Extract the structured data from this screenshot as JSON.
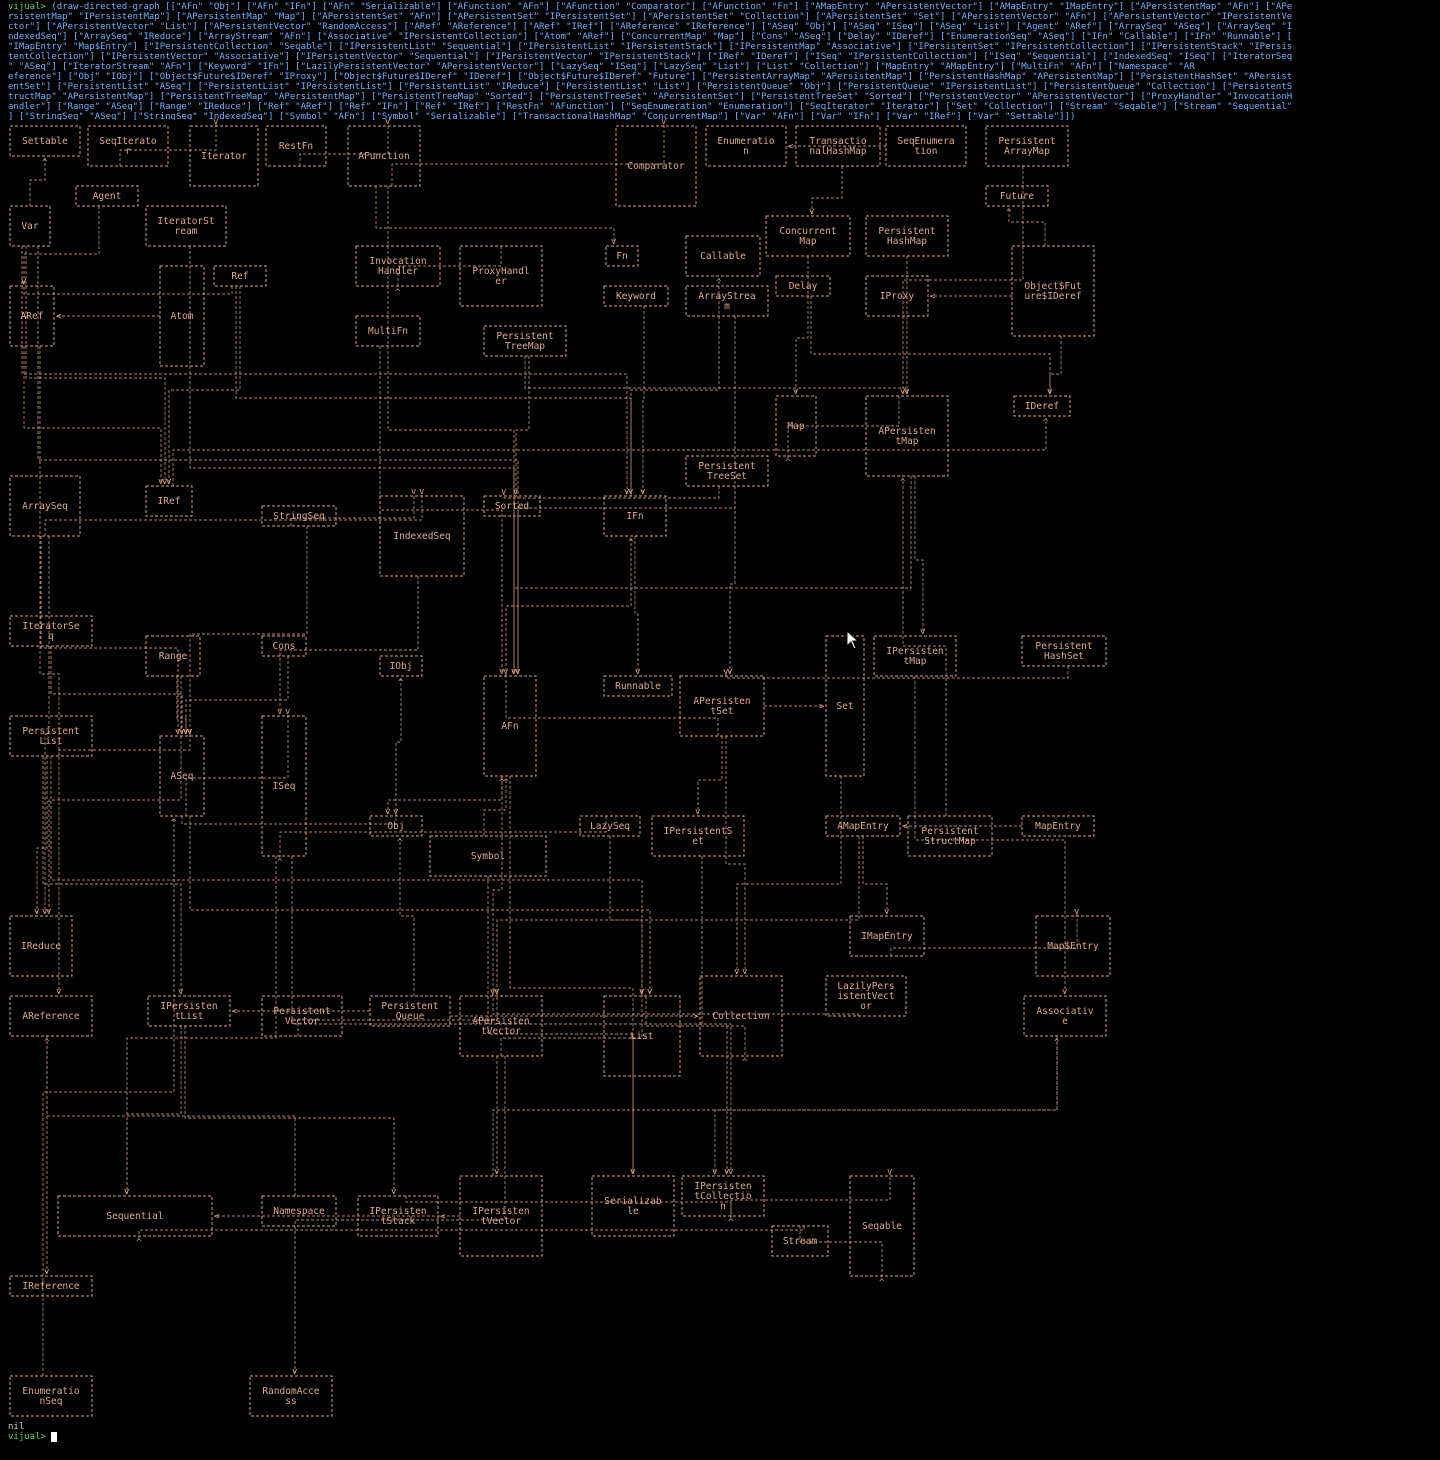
{
  "terminal": {
    "prompt": "vijual>",
    "command_lines": [
      " (draw-directed-graph [[\"AFn\" \"Obj\"] [\"AFn\" \"IFn\"] [\"AFn\" \"Serializable\"] [\"AFunction\" \"AFn\"] [\"AFunction\" \"Comparator\"] [\"AFunction\" \"Fn\"] [\"AMapEntry\" \"APersistentVector\"] [\"AMapEntry\" \"IMapEntry\"] [\"APersistentMap\" \"AFn\"] [\"APe",
      "rsistentMap\" \"IPersistentMap\"] [\"APersistentMap\" \"Map\"] [\"APersistentSet\" \"AFn\"] [\"APersistentSet\" \"IPersistentSet\"] [\"APersistentSet\" \"Collection\"] [\"APersistentSet\" \"Set\"] [\"APersistentVector\" \"AFn\"] [\"APersistentVector\" \"IPersistentVe",
      "ctor\"] [\"APersistentVector\" \"List\"] [\"APersistentVector\" \"RandomAccess\"] [\"ARef\" \"AReference\"] [\"ARef\" \"IRef\"] [\"AReference\" \"IReference\"] [\"ASeq\" \"Obj\"] [\"ASeq\" \"ISeq\"] [\"ASeq\" \"List\"] [\"Agent\" \"ARef\"] [\"ArraySeq\" \"ASeq\"] [\"ArraySeq\" \"I",
      "ndexedSeq\"] [\"ArraySeq\" \"IReduce\"] [\"ArrayStream\" \"AFn\"] [\"Associative\" \"IPersistentCollection\"] [\"Atom\" \"ARef\"] [\"ConcurrentMap\" \"Map\"] [\"Cons\" \"ASeq\"] [\"Delay\" \"IDeref\"] [\"EnumerationSeq\" \"ASeq\"] [\"IFn\" \"Callable\"] [\"IFn\" \"Runnable\"] [",
      "\"IMapEntry\" \"Map$Entry\"] [\"IPersistentCollection\" \"Seqable\"] [\"IPersistentList\" \"Sequential\"] [\"IPersistentList\" \"IPersistentStack\"] [\"IPersistentMap\" \"Associative\"] [\"IPersistentSet\" \"IPersistentCollection\"] [\"IPersistentStack\" \"IPersis",
      "tentCollection\"] [\"IPersistentVector\" \"Associative\"] [\"IPersistentVector\" \"Sequential\"] [\"IPersistentVector\" \"IPersistentStack\"] [\"IRef\" \"IDeref\"] [\"ISeq\" \"IPersistentCollection\"] [\"ISeq\" \"Sequential\"] [\"IndexedSeq\" \"ISeq\"] [\"IteratorSeq",
      "\" \"ASeq\"] [\"IteratorStream\" \"AFn\"] [\"Keyword\" \"IFn\"] [\"LazilyPersistentVector\" \"APersistentVector\"] [\"LazySeq\" \"ISeq\"] [\"LazySeq\" \"List\"] [\"List\" \"Collection\"] [\"MapEntry\" \"AMapEntry\"] [\"MultiFn\" \"AFn\"] [\"Namespace\" \"AR",
      "eference\"] [\"Obj\" \"IObj\"] [\"Object$Future$IDeref\" \"IProxy\"] [\"Object$Future$IDeref\" \"IDeref\"] [\"Object$Future$IDeref\" \"Future\"] [\"PersistentArrayMap\" \"APersistentMap\"] [\"PersistentHashMap\" \"APersistentMap\"] [\"PersistentHashSet\" \"APersist",
      "entSet\"] [\"PersistentList\" \"ASeq\"] [\"PersistentList\" \"IPersistentList\"] [\"PersistentList\" \"IReduce\"] [\"PersistentList\" \"List\"] [\"PersistentQueue\" \"Obj\"] [\"PersistentQueue\" \"IPersistentList\"] [\"PersistentQueue\" \"Collection\"] [\"PersistentS",
      "tructMap\" \"APersistentMap\"] [\"PersistentTreeMap\" \"APersistentMap\"] [\"PersistentTreeMap\" \"Sorted\"] [\"PersistentTreeSet\" \"APersistentSet\"] [\"PersistentTreeSet\" \"Sorted\"] [\"PersistentVector\" \"APersistentVector\"] [\"ProxyHandler\" \"InvocationH",
      "andler\"] [\"Range\" \"ASeq\"] [\"Range\" \"IReduce\"] [\"Ref\" \"ARef\"] [\"Ref\" \"IFn\"] [\"Ref\" \"IRef\"] [\"RestFn\" \"AFunction\"] [\"SeqEnumeration\" \"Enumeration\"] [\"SeqIterator\" \"Iterator\"] [\"Set\" \"Collection\"] [\"Stream\" \"Seqable\"] [\"Stream\" \"Sequential\"",
      "] [\"StringSeq\" \"ASeq\"] [\"StringSeq\" \"IndexedSeq\"] [\"Symbol\" \"AFn\"] [\"Symbol\" \"Serializable\"] [\"TransactionalHashMap\" \"ConcurrentMap\"] [\"Var\" \"AFn\"] [\"Var\" \"IFn\"] [\"Var\" \"IRef\"] [\"Var\" \"Settable\"]])"
    ],
    "result": "nil",
    "prompt2": "vijual> "
  },
  "graph": {
    "nodes": {
      "settable": "Settable",
      "seqiterator": "SeqIterato r",
      "iterator": "Iterator",
      "restfn": "RestFn",
      "afunction": "AFunction",
      "comparator": "Comparator",
      "enumeration": "Enumeratio n",
      "transactionalhashmap": "Transactio nalHashMap",
      "seqenumeration": "SeqEnumera tion",
      "persistentarraymap": "Persistent ArrayMap",
      "future": "Future",
      "agent": "Agent",
      "var": "Var",
      "iteratorstream": "IteratorSt ream",
      "concurrentmap": "Concurrent Map",
      "persistenthashmap": "Persistent HashMap",
      "invocationhandler": "Invocation Handler",
      "proxyhandler": "ProxyHandl er",
      "fn": "Fn",
      "callable": "Callable",
      "objectfuture": "Object$Fut ure$IDeref",
      "aref": "ARef",
      "atom": "Atom",
      "ref": "Ref",
      "keyword": "Keyword",
      "arraystream": "ArrayStrea m",
      "delay": "Delay",
      "iproxy": "IProxy",
      "multifn": "MultiFn",
      "persistenttreemap": "Persistent TreeMap",
      "map": "Map",
      "apersistentmap": "APersisten tMap",
      "ideref": "IDeref",
      "persistenttreeset": "Persistent TreeSet",
      "arrayseq": "ArraySeq",
      "iref": "IRef",
      "stringseq": "StringSeq",
      "indexedseq": "IndexedSeq",
      "sorted": "Sorted",
      "ifn": "IFn",
      "iteratorseq": "IteratorSe q",
      "range": "Range",
      "cons": "Cons",
      "iobj": "IObj",
      "runnable": "Runnable",
      "apersistentset": "APersisten tSet",
      "set": "Set",
      "ipersistentmap": "IPersisten tMap",
      "persistenthashset": "Persistent HashSet",
      "persistentlist": "Persistent List",
      "afn": "AFn",
      "aseq": "ASeq",
      "iseq": "ISeq",
      "obj": "Obj",
      "lazyseq": "LazySeq",
      "ipersistentset": "IPersistentS et",
      "amapentry": "AMapEntry",
      "persistentstructmap": "Persistent StructMap",
      "mapentry": "MapEntry",
      "symbol": "Symbol",
      "ireduce": "IReduce",
      "imapentry": "IMapEntry",
      "mapdollarentry": "Map$Entry",
      "areference": "AReference",
      "ipersistentlist": "IPersisten tList",
      "persistentvector": "Persistent Vector",
      "persistentqueue": "Persistent Queue",
      "apersistentvector": "APersisten tVector",
      "list": "List",
      "collection": "Collection",
      "lazilypersistentvector": "LazilyPers istentVect or",
      "associative": "Associativ e",
      "sequential": "Sequential",
      "namespace": "Namespace",
      "ipersistentstack": "IPersisten tStack",
      "ipersistentvector": "IPersisten tVector",
      "serializable": "Serializab le",
      "ipersistentcollection": "IPersisten tCollectio n",
      "stream": "Stream",
      "seqable": "Seqable",
      "ireference": "IReference",
      "enumerationseq": "Enumeratio nSeq",
      "randomaccess": "RandomAcce ss"
    }
  },
  "colors": {
    "background": "#000000",
    "command_text": "#6fb0ff",
    "prompt": "#56d364",
    "graph_lines": "#d9a07a"
  },
  "icons": {
    "mouse": "mouse-pointer-icon",
    "cursor": "text-cursor-block"
  }
}
